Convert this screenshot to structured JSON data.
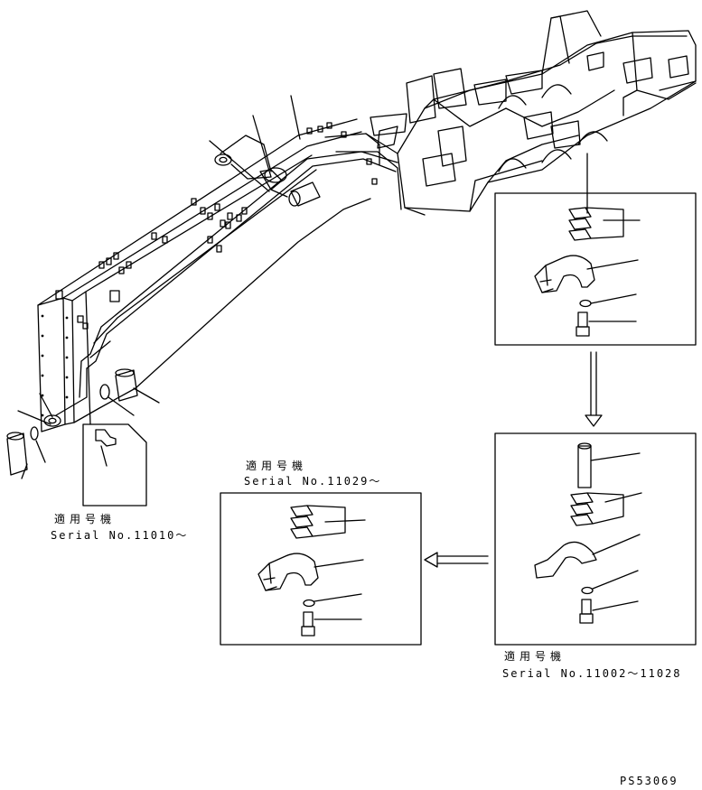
{
  "labels": {
    "left": {
      "applicable": "適用号機",
      "serial": "Serial No.11010～"
    },
    "middle": {
      "applicable": "適用号機",
      "serial": "Serial No.11029～"
    },
    "bottom_right": {
      "applicable": "適用号機",
      "serial": "Serial No.11002～11028"
    }
  },
  "drawing_number": "PS53069",
  "colors": {
    "ink": "#000000",
    "paper": "#ffffff"
  }
}
